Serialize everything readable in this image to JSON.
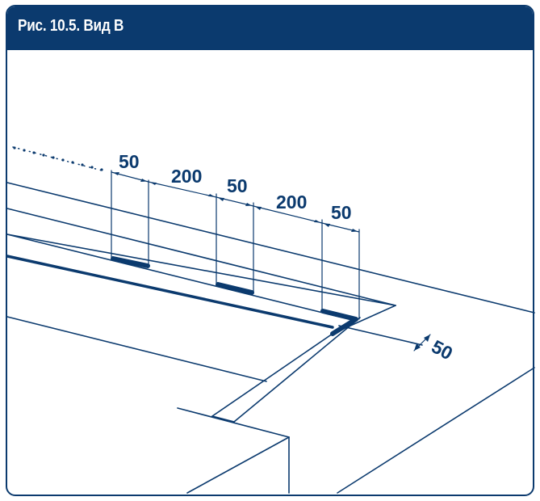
{
  "figure": {
    "title": "Рис. 10.5. Вид В"
  },
  "dimensions": {
    "d1": "50",
    "d2": "200",
    "d3": "50",
    "d4": "200",
    "d5": "50",
    "d6": "50"
  },
  "colors": {
    "accent": "#0b3a6e",
    "line": "#0b3a6e",
    "background": "#ffffff"
  }
}
